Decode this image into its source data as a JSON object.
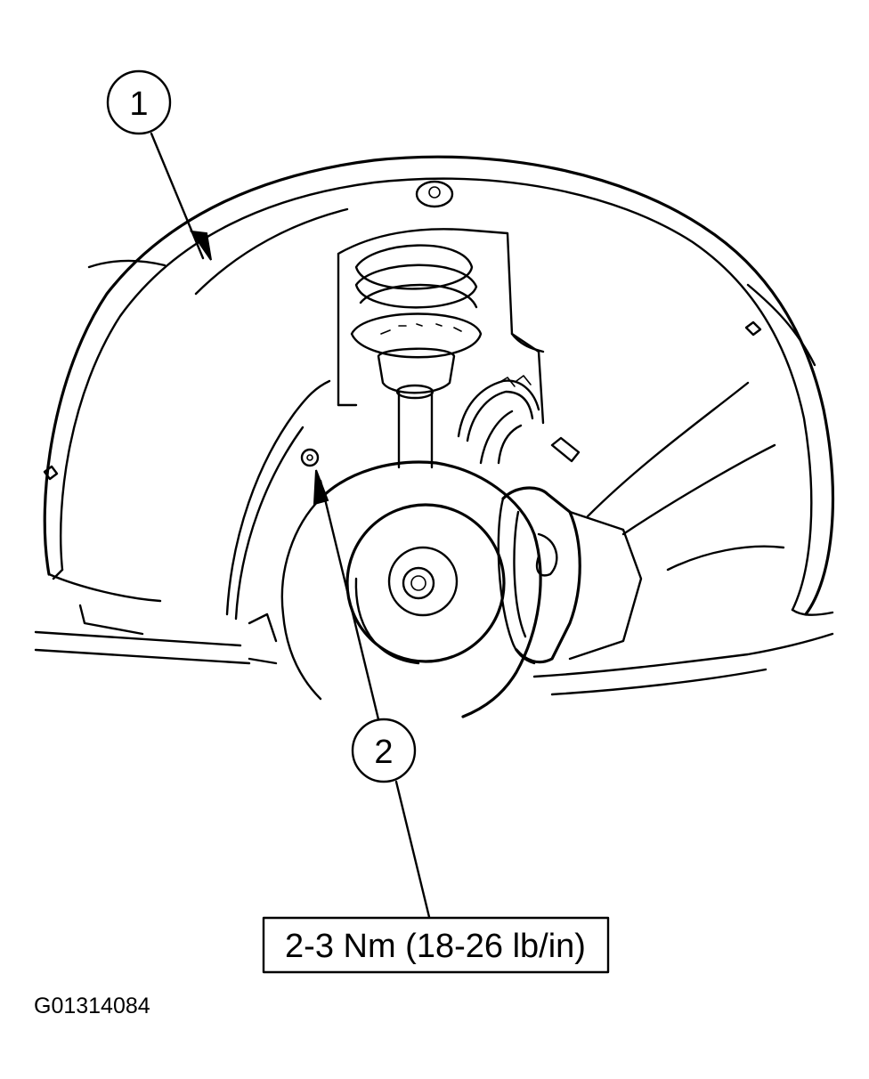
{
  "callouts": [
    {
      "id": "1",
      "label": "1"
    },
    {
      "id": "2",
      "label": "2"
    }
  ],
  "torque_spec": "2-3 Nm (18-26 lb/in)",
  "figure_id": "G01314084"
}
